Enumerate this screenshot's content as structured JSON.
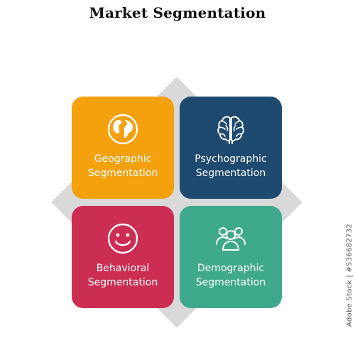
{
  "title": "Market Segmentation",
  "colors": {
    "diamond": "#d9d9d9",
    "geographic": "#f5a00d",
    "psychographic": "#1d4a6e",
    "behavioral": "#cc2d52",
    "demographic": "#3fa98c",
    "label_text": "#ffffff"
  },
  "tiles": [
    {
      "line1": "Geographic",
      "line2": "Segmentation",
      "icon": "globe-icon"
    },
    {
      "line1": "Psychographic",
      "line2": "Segmentation",
      "icon": "brain-icon"
    },
    {
      "line1": "Behavioral",
      "line2": "Segmentation",
      "icon": "smiley-icon"
    },
    {
      "line1": "Demographic",
      "line2": "Segmentation",
      "icon": "people-group-icon"
    }
  ],
  "watermark": "Adobe Stock | #536682732"
}
